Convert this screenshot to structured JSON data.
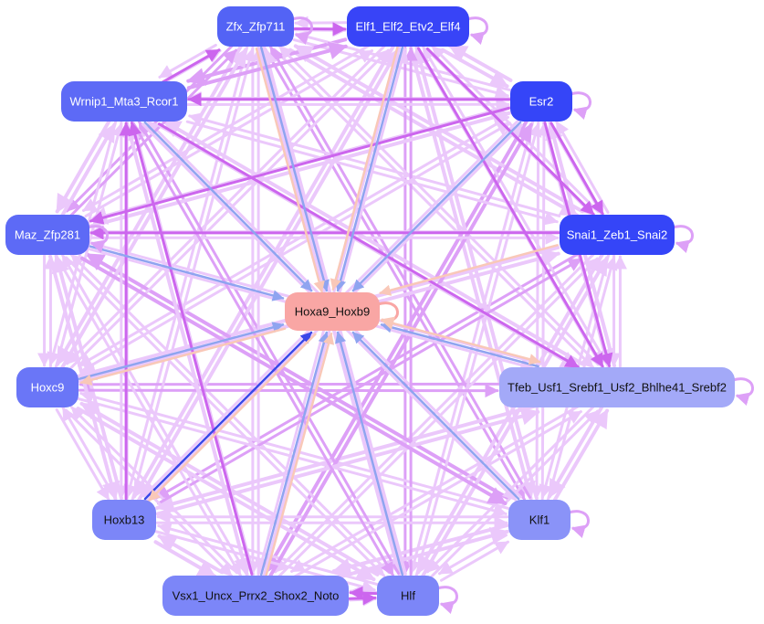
{
  "diagram": {
    "type": "directed-network",
    "center_node": "Hoxa9_Hoxb9",
    "colors": {
      "center_node": "#f9a6a4",
      "edge_light": "#ebc8fb",
      "edge_medium": "#dda0f7",
      "edge_strong": "#cc66ee",
      "edge_blue": "#8fa4f0",
      "edge_darkblue": "#3a48e8",
      "edge_peach": "#f9c8b8"
    },
    "nodes": [
      {
        "id": "Zfx_Zfp711",
        "label": "Zfx_Zfp711",
        "color": "#5363f5",
        "text_color": "#ffffff"
      },
      {
        "id": "Elf1_Elf2_Etv2_Elf4",
        "label": "Elf1_Elf2_Etv2_Elf4",
        "color": "#3844f7",
        "text_color": "#ffffff"
      },
      {
        "id": "Esr2",
        "label": "Esr2",
        "color": "#3545f8",
        "text_color": "#ffffff"
      },
      {
        "id": "Snai1_Zeb1_Snai2",
        "label": "Snai1_Zeb1_Snai2",
        "color": "#3545f8",
        "text_color": "#ffffff"
      },
      {
        "id": "Tfeb_Usf1_Srebf1_Usf2_Bhlhe41_Srebf2",
        "label": "Tfeb_Usf1_Srebf1_Usf2_Bhlhe41_Srebf2",
        "color": "#a3a9f8",
        "text_color": "#111111"
      },
      {
        "id": "Klf1",
        "label": "Klf1",
        "color": "#8a93f8",
        "text_color": "#111111"
      },
      {
        "id": "Hlf",
        "label": "Hlf",
        "color": "#7c86f8",
        "text_color": "#111111"
      },
      {
        "id": "Vsx1_Uncx_Prrx2_Shox2_Noto",
        "label": "Vsx1_Uncx_Prrx2_Shox2_Noto",
        "color": "#7c86f8",
        "text_color": "#111111"
      },
      {
        "id": "Hoxb13",
        "label": "Hoxb13",
        "color": "#7c86f8",
        "text_color": "#111111"
      },
      {
        "id": "Hoxc9",
        "label": "Hoxc9",
        "color": "#6a76f7",
        "text_color": "#ffffff"
      },
      {
        "id": "Maz_Zfp281",
        "label": "Maz_Zfp281",
        "color": "#5d6af6",
        "text_color": "#ffffff"
      },
      {
        "id": "Wrnip1_Mta3_Rcor1",
        "label": "Wrnip1_Mta3_Rcor1",
        "color": "#5d6af6",
        "text_color": "#ffffff"
      },
      {
        "id": "Hoxa9_Hoxb9",
        "label": "Hoxa9_Hoxb9",
        "color": "#f9a6a4",
        "text_color": "#111111"
      }
    ],
    "edges_to_center": [
      {
        "from": "Zfx_Zfp711",
        "kind": "blue"
      },
      {
        "from": "Zfx_Zfp711",
        "kind": "peach"
      },
      {
        "from": "Elf1_Elf2_Etv2_Elf4",
        "kind": "blue"
      },
      {
        "from": "Elf1_Elf2_Etv2_Elf4",
        "kind": "peach"
      },
      {
        "from": "Esr2",
        "kind": "blue"
      },
      {
        "from": "Snai1_Zeb1_Snai2",
        "kind": "peach"
      },
      {
        "from": "Wrnip1_Mta3_Rcor1",
        "kind": "blue"
      },
      {
        "from": "Maz_Zfp281",
        "kind": "blue"
      },
      {
        "from": "Hoxc9",
        "kind": "blue"
      },
      {
        "from": "Hoxb13",
        "kind": "darkblue"
      },
      {
        "from": "Vsx1_Uncx_Prrx2_Shox2_Noto",
        "kind": "blue"
      },
      {
        "from": "Vsx1_Uncx_Prrx2_Shox2_Noto",
        "kind": "peach"
      },
      {
        "from": "Hlf",
        "kind": "blue"
      },
      {
        "from": "Klf1",
        "kind": "blue"
      },
      {
        "from": "Tfeb_Usf1_Srebf1_Usf2_Bhlhe41_Srebf2",
        "kind": "blue"
      }
    ],
    "edges_from_center": [
      {
        "to": "Hoxc9",
        "kind": "peach"
      },
      {
        "to": "Hoxb13",
        "kind": "peach"
      },
      {
        "to": "Tfeb_Usf1_Srebf1_Usf2_Bhlhe41_Srebf2",
        "kind": "peach"
      }
    ],
    "strong_edges": [
      [
        "Zfx_Zfp711",
        "Elf1_Elf2_Etv2_Elf4"
      ],
      [
        "Wrnip1_Mta3_Rcor1",
        "Zfx_Zfp711"
      ],
      [
        "Esr2",
        "Wrnip1_Mta3_Rcor1"
      ],
      [
        "Esr2",
        "Snai1_Zeb1_Snai2"
      ],
      [
        "Elf1_Elf2_Etv2_Elf4",
        "Snai1_Zeb1_Snai2"
      ],
      [
        "Elf1_Elf2_Etv2_Elf4",
        "Tfeb_Usf1_Srebf1_Usf2_Bhlhe41_Srebf2"
      ],
      [
        "Esr2",
        "Tfeb_Usf1_Srebf1_Usf2_Bhlhe41_Srebf2"
      ],
      [
        "Vsx1_Uncx_Prrx2_Shox2_Noto",
        "Wrnip1_Mta3_Rcor1"
      ],
      [
        "Hoxb13",
        "Wrnip1_Mta3_Rcor1"
      ],
      [
        "Wrnip1_Mta3_Rcor1",
        "Tfeb_Usf1_Srebf1_Usf2_Bhlhe41_Srebf2"
      ],
      [
        "Vsx1_Uncx_Prrx2_Shox2_Noto",
        "Hlf"
      ],
      [
        "Hlf",
        "Vsx1_Uncx_Prrx2_Shox2_Noto"
      ],
      [
        "Esr2",
        "Maz_Zfp281"
      ],
      [
        "Snai1_Zeb1_Snai2",
        "Maz_Zfp281"
      ]
    ],
    "self_loops": [
      "Zfx_Zfp711",
      "Elf1_Elf2_Etv2_Elf4",
      "Esr2",
      "Snai1_Zeb1_Snai2",
      "Tfeb_Usf1_Srebf1_Usf2_Bhlhe41_Srebf2",
      "Klf1",
      "Hlf",
      "Maz_Zfp281",
      "Hoxa9_Hoxb9"
    ]
  }
}
